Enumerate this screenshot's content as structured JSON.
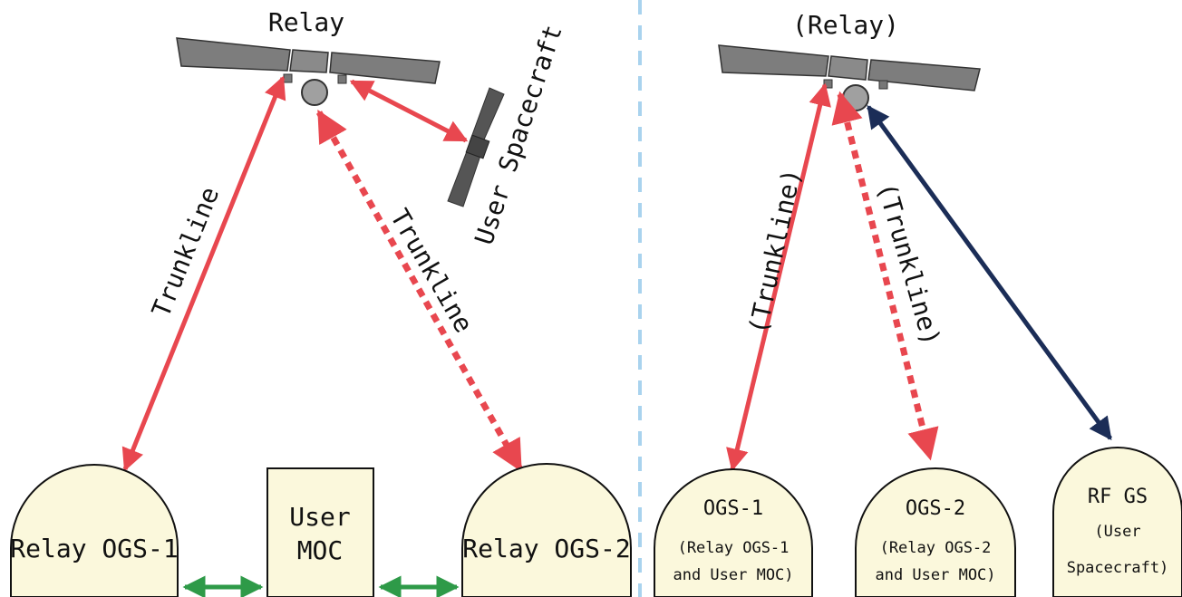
{
  "left_panel": {
    "relay_label": "Relay",
    "user_spacecraft_label": "User Spacecraft",
    "trunkline_1_label": "Trunkline",
    "trunkline_2_label": "Trunkline",
    "ogs1_label": "Relay OGS-1",
    "ogs2_label": "Relay OGS-2",
    "moc_label_line1": "User",
    "moc_label_line2": "MOC"
  },
  "right_panel": {
    "relay_label": "(Relay)",
    "trunkline_1_label": "(Trunkline)",
    "trunkline_2_label": "(Trunkline)",
    "ogs1_title": "OGS-1",
    "ogs1_sub1": "(Relay OGS-1",
    "ogs1_sub2": "and User MOC)",
    "ogs2_title": "OGS-2",
    "ogs2_sub1": "(Relay OGS-2",
    "ogs2_sub2": "and User MOC)",
    "rfgs_title": "RF GS",
    "rfgs_sub1": "(User",
    "rfgs_sub2": "Spacecraft)"
  },
  "colors": {
    "trunkline": "#e8474f",
    "rf_link": "#1b2d57",
    "ground_link": "#2e9a48",
    "divider": "#a9d3ee",
    "station_fill": "#fbf8dc",
    "panel_gray": "#7d7d7d",
    "body_gray": "#a0a0a0"
  }
}
